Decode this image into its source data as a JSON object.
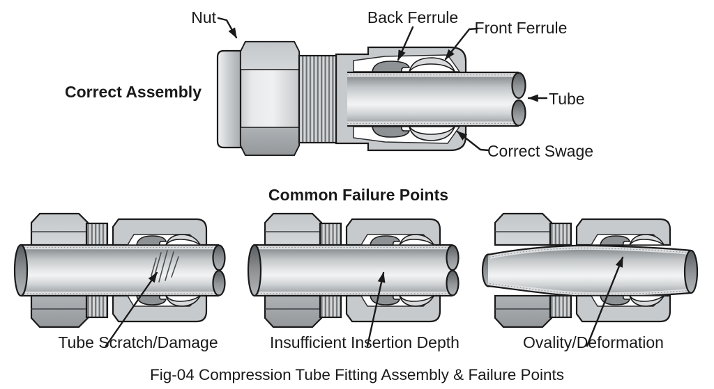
{
  "figure": {
    "caption": "Fig-04 Compression Tube Fitting Assembly & Failure Points",
    "correct_assembly": {
      "title": "Correct Assembly",
      "callouts": {
        "nut": "Nut",
        "back_ferrule": "Back Ferrule",
        "front_ferrule": "Front Ferrule",
        "tube": "Tube",
        "correct_swage": "Correct Swage"
      }
    },
    "failure_points": {
      "title": "Common Failure Points",
      "items": [
        {
          "label": "Tube Scratch/Damage"
        },
        {
          "label": "Insufficient Insertion Depth"
        },
        {
          "label": "Ovality/Deformation"
        }
      ]
    },
    "colors": {
      "background": "#ffffff",
      "outline": "#1a1a1a",
      "text": "#1a1a1a",
      "metal_body": "#c7cacd",
      "metal_light": "#eff0f1",
      "metal_dark": "#8f9396",
      "ferrule_back": "#8e9295",
      "ferrule_front": "#d8dadc"
    }
  }
}
